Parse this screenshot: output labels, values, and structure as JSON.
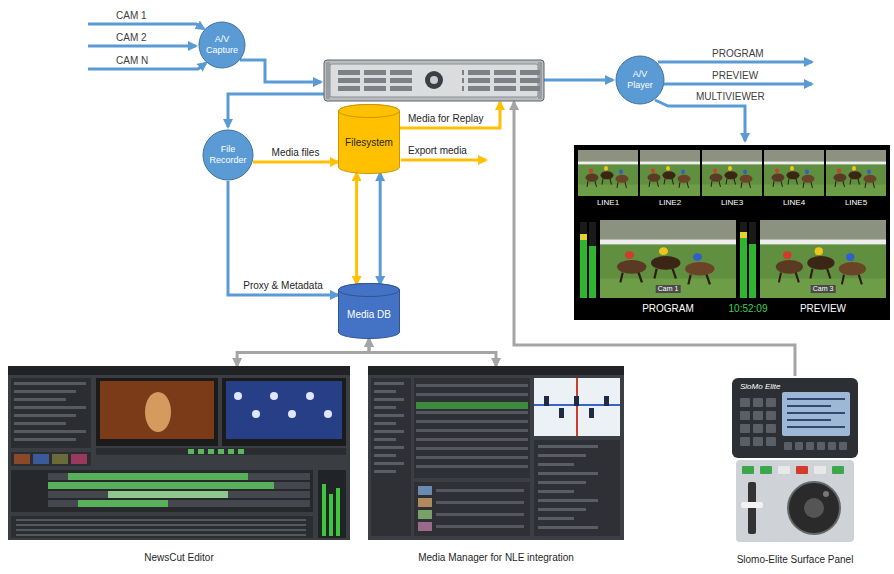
{
  "diagram": {
    "nodes": [
      {
        "text": [
          "A/V Capture"
        ]
      },
      {
        "text": [
          "File Recorder"
        ]
      },
      {
        "text": [
          "Filesystem"
        ]
      },
      {
        "text": [
          "Media DB"
        ]
      },
      {
        "text": [
          "A/V Player"
        ]
      },
      {
        "text": [
          "NewsCut Editor"
        ]
      },
      {
        "text": [
          "Media Manager for NLE integration"
        ]
      },
      {
        "text": [
          "Slomo-Elite Surface Panel"
        ]
      }
    ],
    "edges": [
      {
        "from": 1,
        "to": 2,
        "arrow": "to",
        "label": "Media files"
      },
      {
        "from": 1,
        "to": 3,
        "arrow": "to",
        "label": "Proxy & Metadata"
      },
      {
        "from": 2,
        "to": 3,
        "arrow": "both"
      },
      {
        "from": 2,
        "to": 3,
        "arrow": "both"
      },
      {
        "from": 3,
        "to": 5,
        "arrow": "both"
      },
      {
        "from": 3,
        "to": 6,
        "arrow": "both"
      }
    ],
    "labels": [
      "CAM 1",
      "CAM 2",
      "CAM N",
      "Media for Replay",
      "Export media",
      "PROGRAM",
      "PREVIEW",
      "MULTIVIEWER",
      "LINE1",
      "LINE2",
      "LINE3",
      "LINE4",
      "LINE5",
      "Cam 1",
      "Cam 3",
      "PROGRAM",
      "10:52:09",
      "PREVIEW",
      "SloMo Elite"
    ]
  }
}
